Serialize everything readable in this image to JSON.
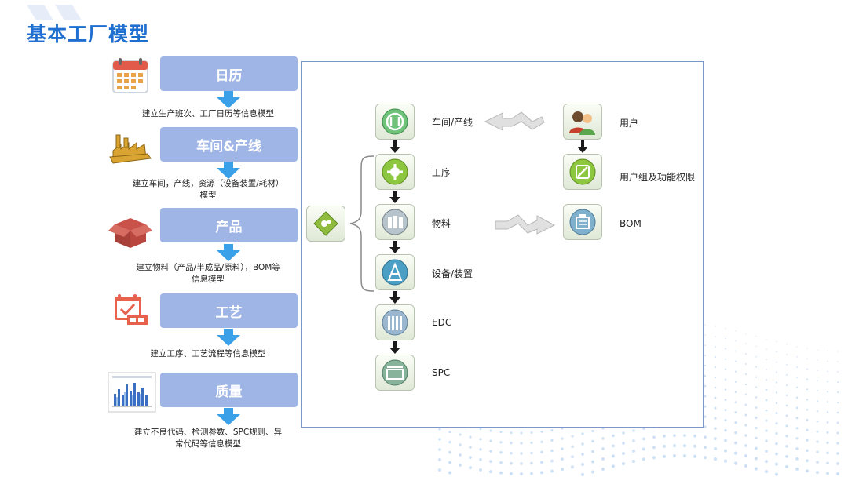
{
  "title": "基本工厂模型",
  "steps": [
    {
      "title": "日历",
      "desc_lines": [
        "建立生产班次、工厂日历等信息模型"
      ],
      "icon": "calendar-icon"
    },
    {
      "title": "车间&产线",
      "desc_lines": [
        "建立车间，产线，资源（设备装置/耗材）",
        "模型"
      ],
      "icon": "factory-icon"
    },
    {
      "title": "产品",
      "desc_lines": [
        "建立物料（产品/半成品/原料），BOM等",
        "信息模型"
      ],
      "icon": "box-icon"
    },
    {
      "title": "工艺",
      "desc_lines": [
        "建立工序、工艺流程等信息模型"
      ],
      "icon": "schedule-icon"
    },
    {
      "title": "质量",
      "desc_lines": [
        "建立不良代码、检测参数、SPC规则、异",
        "常代码等信息模型"
      ],
      "icon": "chart-report-icon"
    }
  ],
  "diagram": {
    "chain": [
      "车间/产线",
      "工序",
      "物料",
      "设备/装置",
      "EDC",
      "SPC"
    ],
    "user_chain": [
      "用户",
      "用户组及功能权限"
    ],
    "bom": "BOM"
  },
  "colors": {
    "title_blue": "#1f6fd0",
    "step_box": "#9fb5e6",
    "arrow_blue": "#3aa0e8",
    "panel_border": "#7a97c9"
  }
}
